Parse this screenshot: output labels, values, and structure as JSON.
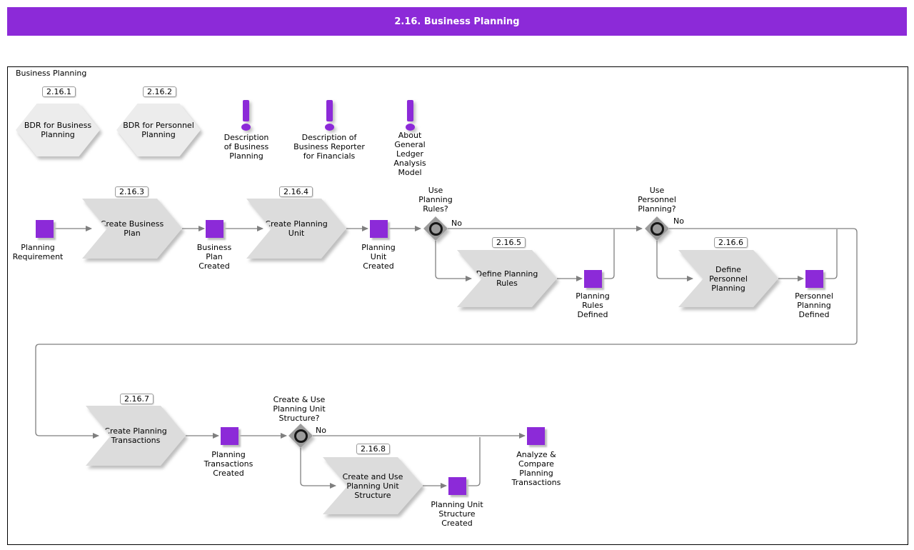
{
  "header": {
    "title": "2.16. Business Planning"
  },
  "frame": {
    "label": "Business Planning"
  },
  "colors": {
    "accent_purple": "#8c2ad8",
    "task_gray": "#dcdcdc",
    "bdr_gray": "#ececec",
    "gateway_gray": "#9b9b9b",
    "line_gray": "#7f7f7f"
  },
  "nodes": {
    "bdr_business": {
      "badge": "2.16.1",
      "label": "BDR for Business Planning"
    },
    "bdr_personnel": {
      "badge": "2.16.2",
      "label": "BDR for Personnel Planning"
    },
    "note_business_planning": {
      "label": "Description of Business Planning"
    },
    "note_business_reporter": {
      "label": "Description of Business Reporter for Financials"
    },
    "note_gl_analysis": {
      "label": "About General Ledger Analysis Model"
    },
    "planning_requirement": {
      "label": "Planning Requirement"
    },
    "create_business_plan": {
      "badge": "2.16.3",
      "label": "Create Business Plan"
    },
    "business_plan_created": {
      "label": "Business Plan Created"
    },
    "create_planning_unit": {
      "badge": "2.16.4",
      "label": "Create Planning Unit"
    },
    "planning_unit_created": {
      "label": "Planning Unit Created"
    },
    "use_planning_rules": {
      "label": "Use Planning Rules?",
      "branch_no": "No"
    },
    "define_planning_rules": {
      "badge": "2.16.5",
      "label": "Define Planning Rules"
    },
    "planning_rules_defined": {
      "label": "Planning Rules Defined"
    },
    "use_personnel_planning": {
      "label": "Use Personnel Planning?",
      "branch_no": "No"
    },
    "define_personnel_planning": {
      "badge": "2.16.6",
      "label": "Define Personnel Planning"
    },
    "personnel_planning_defined": {
      "label": "Personnel Planning Defined"
    },
    "create_planning_transactions": {
      "badge": "2.16.7",
      "label": "Create Planning Transactions"
    },
    "planning_transactions_created": {
      "label": "Planning Transactions Created"
    },
    "use_planning_unit_structure": {
      "label": "Create & Use Planning Unit Structure?",
      "branch_no": "No"
    },
    "create_and_use_planning_unit_structure": {
      "badge": "2.16.8",
      "label": "Create and Use Planning Unit Structure"
    },
    "planning_unit_structure_created": {
      "label": "Planning Unit Structure Created"
    },
    "analyze_compare_planning_transactions": {
      "label": "Analyze & Compare Planning Transactions"
    }
  }
}
